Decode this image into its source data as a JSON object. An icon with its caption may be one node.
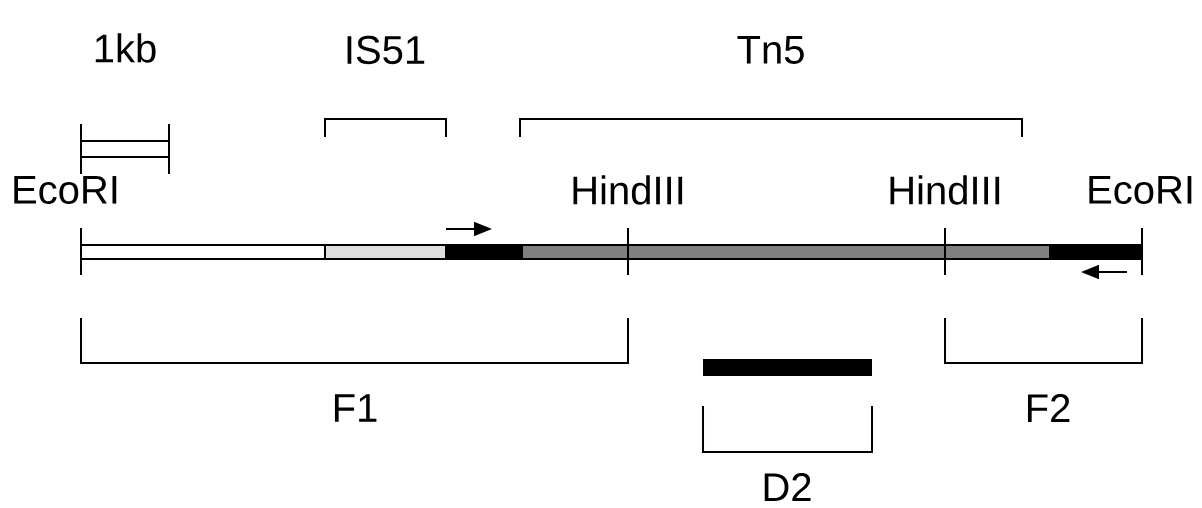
{
  "diagram": {
    "nodes": [
      {
        "text": [],
        "shape": "bar"
      }
    ],
    "labels": [
      "1kb",
      "IS51",
      "Tn5",
      "EcoRI",
      "HindIII",
      "HindIII",
      "EcoRI",
      "F1",
      "D2",
      "F2"
    ]
  }
}
